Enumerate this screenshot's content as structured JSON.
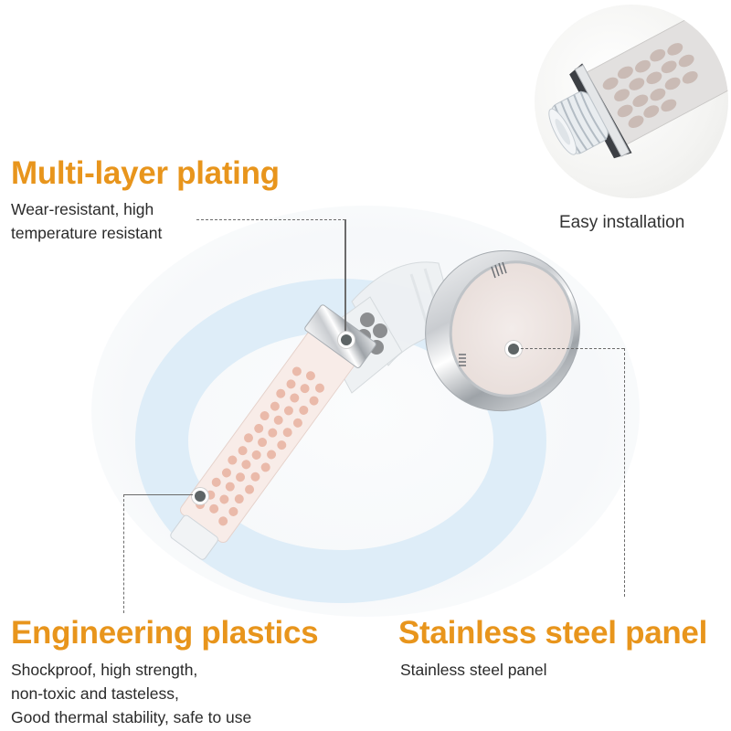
{
  "features": {
    "plating": {
      "title": "Multi-layer plating",
      "lines": [
        "Wear-resistant, high",
        "temperature resistant"
      ]
    },
    "installation": {
      "caption": "Easy installation"
    },
    "plastics": {
      "title": "Engineering plastics",
      "lines": [
        "Shockproof, high strength,",
        "non-toxic and tasteless,",
        "Good thermal stability, safe to use"
      ]
    },
    "panel": {
      "title": "Stainless steel panel",
      "lines": [
        "Stainless steel panel"
      ]
    }
  },
  "colors": {
    "title_orange": "#e8951c",
    "body_text": "#2a2a2a",
    "ring_blue": "#dcecf8",
    "callout_gray": "#6b6b6b",
    "beads_pink": "#e3a08a",
    "beads_gray": "#8a8a8a"
  }
}
